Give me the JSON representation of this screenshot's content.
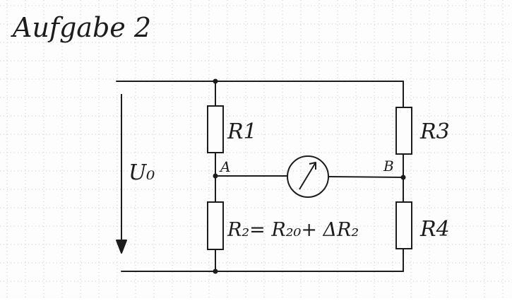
{
  "title": "Aufgabe 2",
  "labels": {
    "source_voltage": "U₀",
    "r1": "R1",
    "r2": "R₂= R₂₀+ ΔR₂",
    "r3": "R3",
    "r4": "R4",
    "node_a": "A",
    "node_b": "B"
  },
  "colors": {
    "ink": "#1c1c1c",
    "grid": "#c9c9c9",
    "paper": "#fdfdfd"
  },
  "icons": {
    "meter": "galvanometer-icon"
  }
}
